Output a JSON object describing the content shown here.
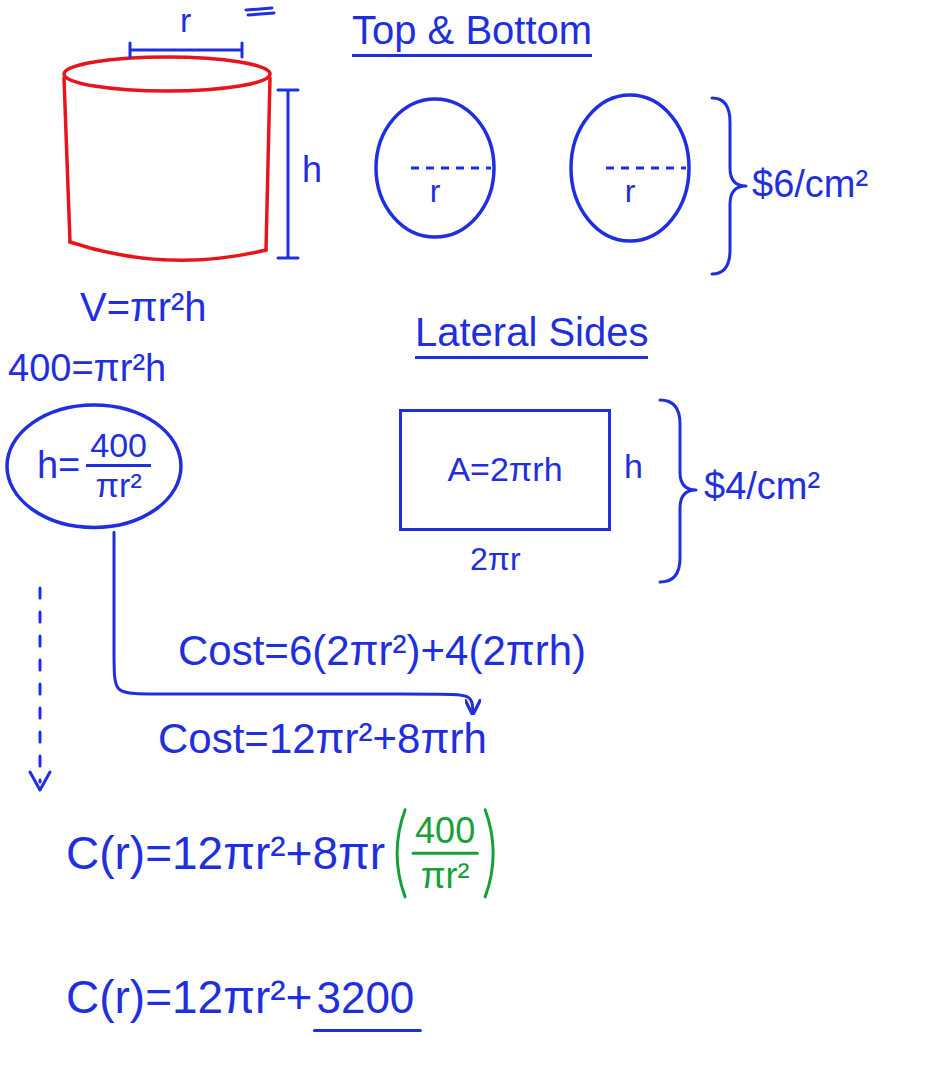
{
  "diagram": {
    "nodes": [
      {
        "text": [
          "r"
        ]
      },
      {
        "text": [
          "r"
        ]
      },
      {
        "text": [
          "h=",
          "400",
          "πr²"
        ]
      },
      {
        "text": [
          "A=2πrh"
        ]
      }
    ],
    "labels": [
      "r",
      "h",
      "V=πr²h",
      "Top & Bottom",
      "$6/cm²",
      "Lateral Sides",
      "h",
      "2πr",
      "$4/cm²",
      "400=πr²h",
      "Cost=6(2πr²)+4(2πrh)",
      "Cost=12πr²+8πrh",
      "C(r)=12πr²+8πr",
      "400",
      "πr²",
      "C(r)=12πr²+",
      "3200"
    ]
  }
}
